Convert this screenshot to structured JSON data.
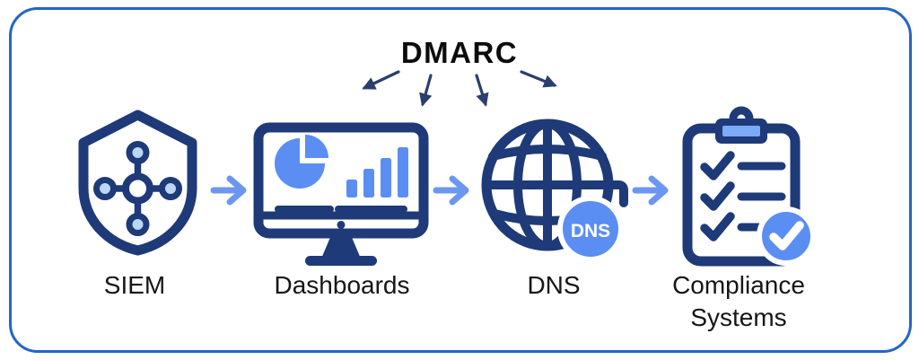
{
  "title": "DMARC",
  "flow": {
    "nodes": [
      {
        "label": "SIEM",
        "icon": "shield-network-icon"
      },
      {
        "label": "Dashboards",
        "icon": "monitor-analytics-icon"
      },
      {
        "label": "DNS",
        "icon": "globe-icon",
        "badge_text": "DNS"
      },
      {
        "label": "Compliance Systems",
        "icon": "clipboard-checklist-icon"
      }
    ],
    "connector": "right-arrow"
  },
  "colors": {
    "frame_border": "#2465c8",
    "icon_navy": "#1e3a78",
    "accent_blue": "#5b8ef2",
    "connector_blue": "#6b97f0",
    "pale_blue": "#bcd7f5",
    "clip_blue": "#7aaaf8",
    "title_arrow_navy": "#2b3f6e",
    "text": "#111111"
  }
}
